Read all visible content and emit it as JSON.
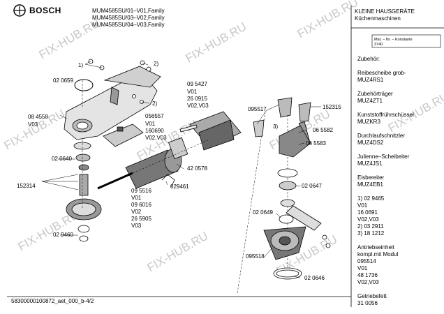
{
  "header": {
    "brand": "BOSCH",
    "models": [
      "MUM4585SU/01–V01,Family",
      "MUM4585SU/03–V02,Family",
      "MUM4585SU/04–V03,Family"
    ],
    "category": "KLEINE HAUSGERÄTE",
    "subcategory": "Küchenmaschinen"
  },
  "mat_block": {
    "line1": "Mat. – Nr. – Konstante",
    "line2": "3740"
  },
  "sidebar": [
    "Zubehör:",
    "",
    "Reibescheibe grob-",
    "MUZ4RS1",
    "",
    "Zubehörträger",
    "MUZ4ZT1",
    "",
    "Kunststoffrührschüssel",
    "MUZKR3",
    "",
    "Durchlaufschnitzler",
    "MUZ4DS2",
    "",
    "Julienne–Scheibeiter",
    "MUZ4JS1",
    "",
    "Eisbereiter",
    "MUZ4EB1",
    "",
    "1) 02 9465",
    "    V01",
    "    16 0691",
    "    V02,V03",
    "2) 03 2911",
    "3) 18 1212",
    "",
    "Antriebseinheit",
    "kompl.mit Modul",
    "095514",
    "V01",
    "48 1736",
    "V02,V03",
    "",
    "Getriebefett",
    "31 0056"
  ],
  "parts": {
    "p1": "1)",
    "p2": "2)",
    "p3": "02 0659",
    "p4": "08 4558",
    "p5": "V03",
    "p6": "2)",
    "p7": "056557",
    "p8": "V01",
    "p9": "160690",
    "p10": "V02,V03",
    "p11": "09 5427",
    "p12": "V01",
    "p13": "26 0915",
    "p14": "V02,V03",
    "p15": "02 0640",
    "p16": "152314",
    "p17": "42 0578",
    "p18": "029461",
    "p19": "09 5516",
    "p20": "V01",
    "p21": "09 6016",
    "p22": "V02",
    "p23": "26 5905",
    "p24": "V03",
    "p25": "02 9460",
    "p26": "095517",
    "p27": "3)",
    "p28": "152315",
    "p29": "06 5582",
    "p30": "06 5583",
    "p31": "02 0647",
    "p32": "02 0649",
    "p33": "095518",
    "p34": "02 0646"
  },
  "watermark": "FIX-HUB.RU",
  "footer": "58300000100872_aet_000_b-4/2"
}
